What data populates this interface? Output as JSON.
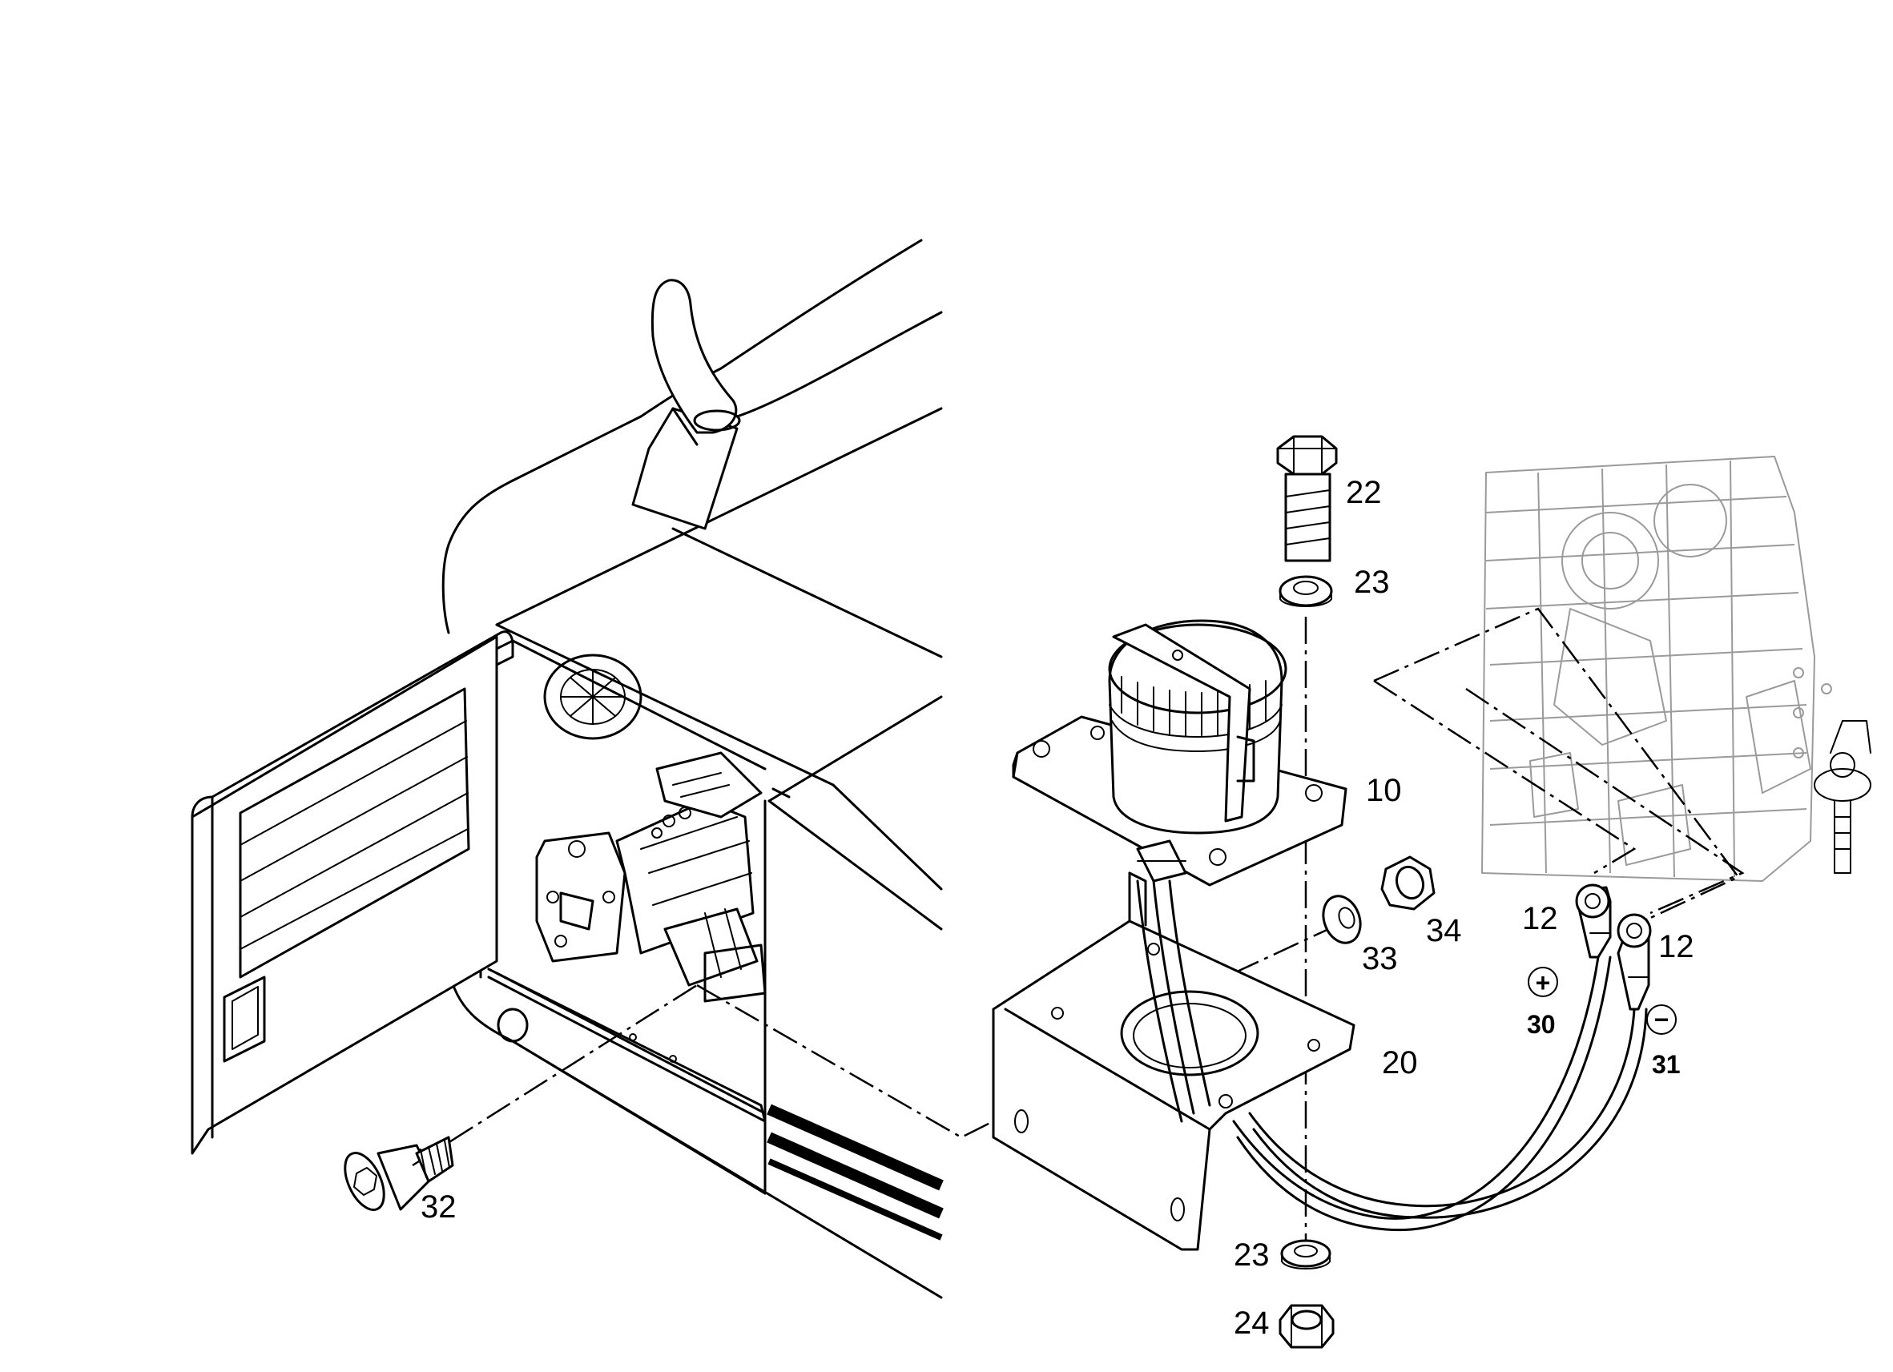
{
  "callouts": {
    "c10": "10",
    "c12a": "12",
    "c12b": "12",
    "c20": "20",
    "c22": "22",
    "c23a": "23",
    "c23b": "23",
    "c24": "24",
    "c30": "30",
    "c31": "31",
    "c32": "32",
    "c33": "33",
    "c34": "34"
  },
  "symbols": {
    "plus": "+",
    "minus": "−"
  }
}
